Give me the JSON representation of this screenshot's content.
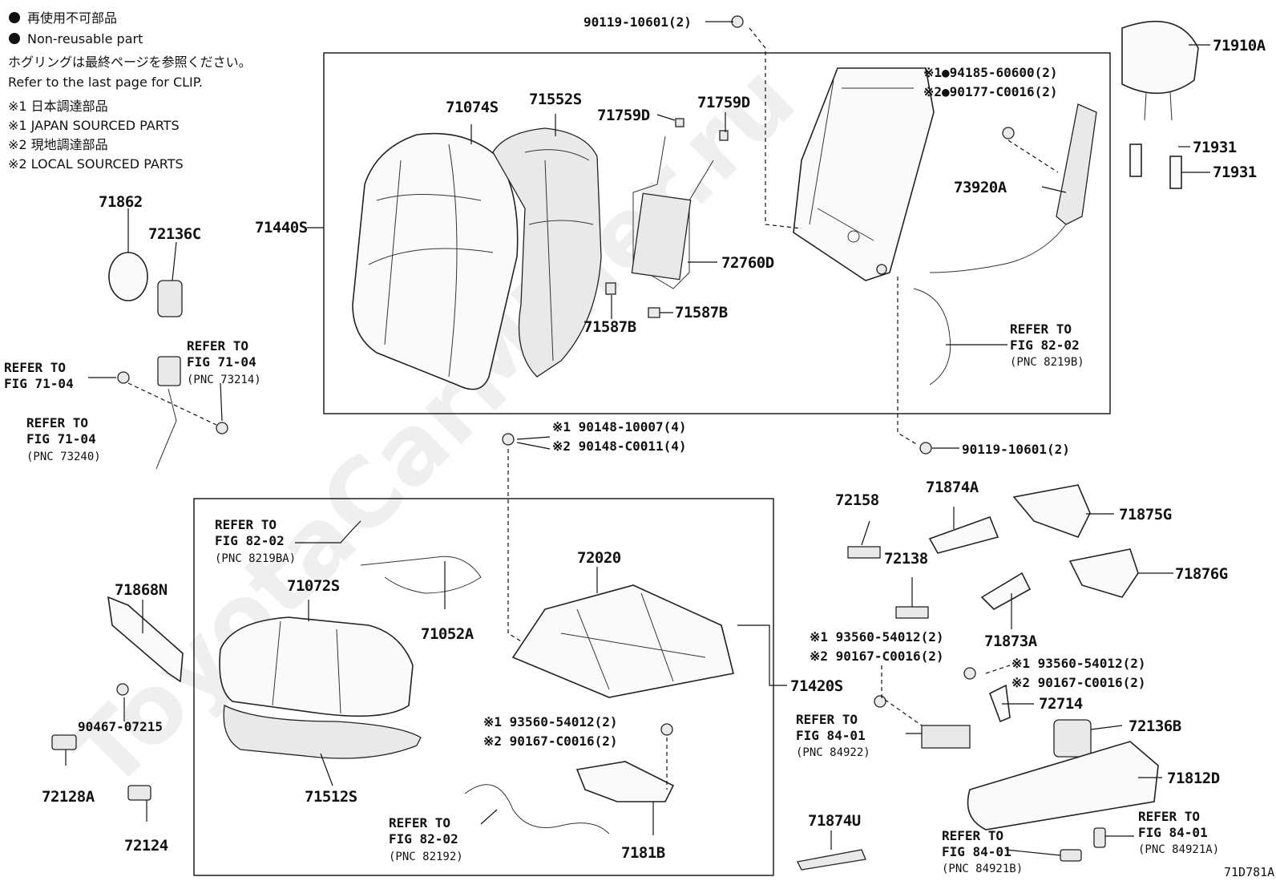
{
  "legend": {
    "nonreusable_jp": "再使用不可部品",
    "nonreusable_en": "Non-reusable part",
    "clip_jp": "ホグリングは最終ページを参照ください。",
    "clip_en": "Refer to the last page for CLIP.",
    "note1_jp": "※1 日本調達部品",
    "note1_en": "※1 JAPAN SOURCED PARTS",
    "note2_jp": "※2 現地調達部品",
    "note2_en": "※2 LOCAL SOURCED PARTS"
  },
  "watermark": "ToyotaCarMiner.ru",
  "diagram_code": "71D781A",
  "parts": {
    "p71074S": "71074S",
    "p71552S": "71552S",
    "p71759D_a": "71759D",
    "p71759D_b": "71759D",
    "p71440S": "71440S",
    "p72760D": "72760D",
    "p71587B_a": "71587B",
    "p71587B_b": "71587B",
    "p90119_top": "90119-10601(2)",
    "p94185": "※1●94185-60600(2)",
    "p90177": "※2●90177-C0016(2)",
    "p73920A": "73920A",
    "p71910A": "71910A",
    "p71931_a": "71931",
    "p71931_b": "71931",
    "p71862": "71862",
    "p72136C": "72136C",
    "p90148_1": "※1 90148-10007(4)",
    "p90148_2": "※2 90148-C0011(4)",
    "p90119_bot": "90119-10601(2)",
    "p72158": "72158",
    "p71874A": "71874A",
    "p71875G": "71875G",
    "p72138": "72138",
    "p71876G": "71876G",
    "p71873A": "71873A",
    "p93560_a1": "※1 93560-54012(2)",
    "p90167_a2": "※2 90167-C0016(2)",
    "p93560_b1": "※1 93560-54012(2)",
    "p90167_b2": "※2 90167-C0016(2)",
    "p72714": "72714",
    "p72136B": "72136B",
    "p71812D": "71812D",
    "p71874U": "71874U",
    "p71868N": "71868N",
    "p90467": "90467-07215",
    "p72128A": "72128A",
    "p72124": "72124",
    "p71072S": "71072S",
    "p71052A": "71052A",
    "p72020": "72020",
    "p71420S": "71420S",
    "p71512S": "71512S",
    "p93560_c1": "※1 93560-54012(2)",
    "p90167_c2": "※2 90167-C0016(2)",
    "p7181B": "7181B"
  },
  "refs": {
    "r1": {
      "l1": "REFER TO",
      "l2": "FIG 71-04",
      "l3": "(PNC 73214)"
    },
    "r2": {
      "l1": "REFER TO",
      "l2": "FIG 71-04"
    },
    "r3": {
      "l1": "REFER TO",
      "l2": "FIG 71-04",
      "l3": "(PNC 73240)"
    },
    "r4": {
      "l1": "REFER TO",
      "l2": "FIG 82-02",
      "l3": "(PNC 8219B)"
    },
    "r5": {
      "l1": "REFER TO",
      "l2": "FIG 82-02",
      "l3": "(PNC 8219BA)"
    },
    "r6": {
      "l1": "REFER TO",
      "l2": "FIG 84-01",
      "l3": "(PNC 84922)"
    },
    "r7": {
      "l1": "REFER TO",
      "l2": "FIG 82-02",
      "l3": "(PNC 82192)"
    },
    "r8": {
      "l1": "REFER TO",
      "l2": "FIG 84-01",
      "l3": "(PNC 84921A)"
    },
    "r9": {
      "l1": "REFER TO",
      "l2": "FIG 84-01",
      "l3": "(PNC 84921B)"
    }
  }
}
